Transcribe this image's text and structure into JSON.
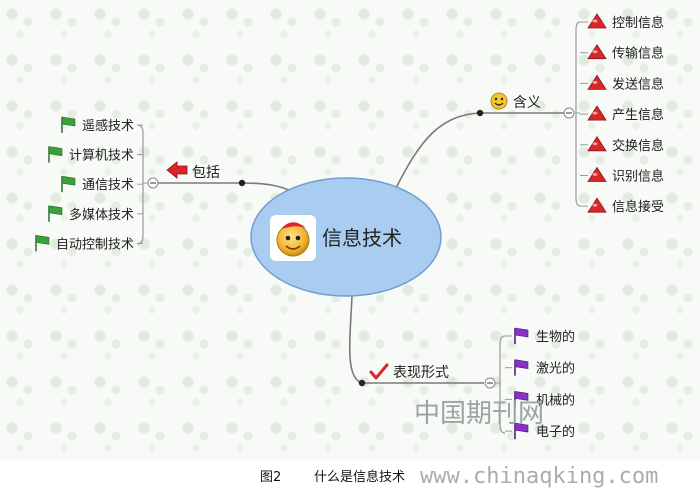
{
  "center": {
    "label": "信息技术"
  },
  "branches": {
    "meaning": {
      "label": "含义",
      "items": [
        "控制信息",
        "传输信息",
        "发送信息",
        "产生信息",
        "交换信息",
        "识别信息",
        "信息接受"
      ]
    },
    "includes": {
      "label": "包括",
      "items": [
        "遥感技术",
        "计算机技术",
        "通信技术",
        "多媒体技术",
        "自动控制技术"
      ]
    },
    "forms": {
      "label": "表现形式",
      "items": [
        "生物的",
        "激光的",
        "机械的",
        "电子的"
      ]
    }
  },
  "watermark": "中国期刊网",
  "caption": {
    "figure_number": "图2",
    "title": "什么是信息技术"
  },
  "url_watermark": "www.chinaqking.com",
  "colors": {
    "ellipse_fill": "#a9cdf0",
    "ellipse_stroke": "#6f9fcf",
    "connector": "#7a7a7a",
    "leaf_line": "#9a9a9a",
    "flag_green": "#3aa03a",
    "flag_purple": "#8a2fc8",
    "triangle_red": "#d8262a",
    "check_red": "#d22b2b"
  }
}
